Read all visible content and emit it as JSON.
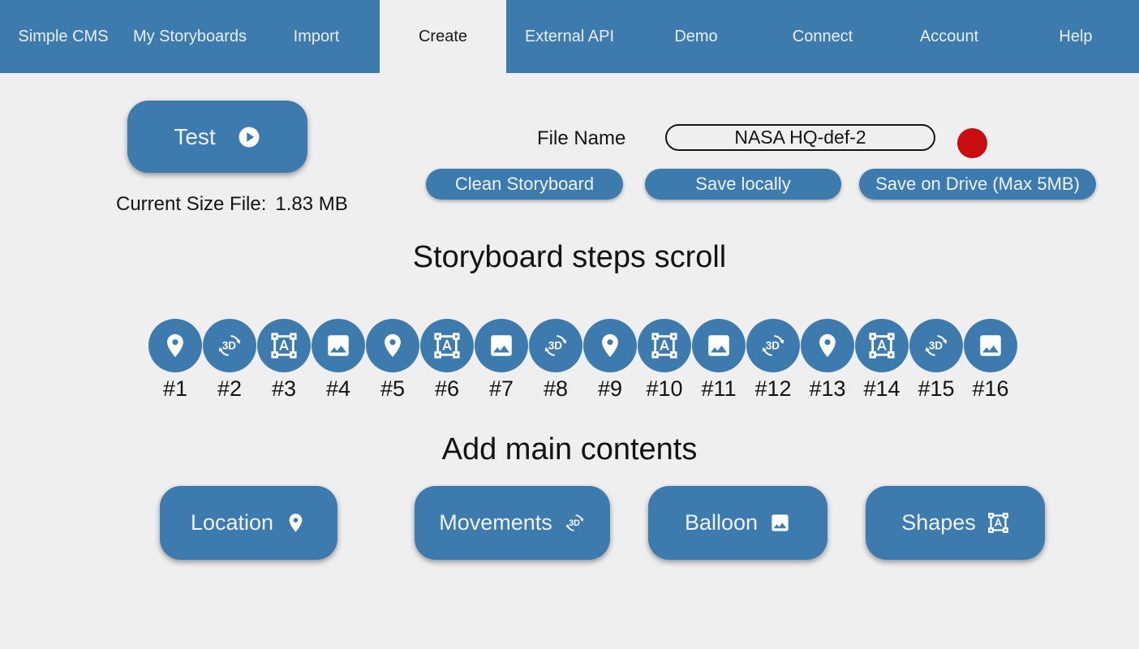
{
  "nav": {
    "items": [
      {
        "label": "Simple CMS",
        "active": false
      },
      {
        "label": "My Storyboards",
        "active": false
      },
      {
        "label": "Import",
        "active": false
      },
      {
        "label": "Create",
        "active": true
      },
      {
        "label": "External API",
        "active": false
      },
      {
        "label": "Demo",
        "active": false
      },
      {
        "label": "Connect",
        "active": false
      },
      {
        "label": "Account",
        "active": false
      },
      {
        "label": "Help",
        "active": false
      }
    ]
  },
  "toolbar": {
    "test_button_label": "Test",
    "test_button_icon": "play-circle-icon",
    "current_size_label": "Current Size File:",
    "current_size_value": "1.83 MB",
    "file_name_label": "File Name",
    "file_name_value": "NASA HQ-def-2",
    "clean_button_label": "Clean Storyboard",
    "save_locally_button_label": "Save locally",
    "save_drive_button_label": "Save on Drive (Max 5MB)",
    "status_indicator": "red-dot"
  },
  "steps": {
    "heading": "Storyboard steps scroll",
    "items": [
      {
        "label": "#1",
        "icon": "place-icon"
      },
      {
        "label": "#2",
        "icon": "3d-rotation-icon"
      },
      {
        "label": "#3",
        "icon": "format-shapes-icon"
      },
      {
        "label": "#4",
        "icon": "image-icon"
      },
      {
        "label": "#5",
        "icon": "place-icon"
      },
      {
        "label": "#6",
        "icon": "format-shapes-icon"
      },
      {
        "label": "#7",
        "icon": "image-icon"
      },
      {
        "label": "#8",
        "icon": "3d-rotation-icon"
      },
      {
        "label": "#9",
        "icon": "place-icon"
      },
      {
        "label": "#10",
        "icon": "format-shapes-icon"
      },
      {
        "label": "#11",
        "icon": "image-icon"
      },
      {
        "label": "#12",
        "icon": "3d-rotation-icon"
      },
      {
        "label": "#13",
        "icon": "place-icon"
      },
      {
        "label": "#14",
        "icon": "format-shapes-icon"
      },
      {
        "label": "#15",
        "icon": "3d-rotation-icon"
      },
      {
        "label": "#16",
        "icon": "image-icon"
      }
    ]
  },
  "contents": {
    "heading": "Add main contents",
    "buttons": [
      {
        "label": "Location",
        "icon": "place-icon"
      },
      {
        "label": "Movements",
        "icon": "3d-rotation-icon"
      },
      {
        "label": "Balloon",
        "icon": "image-icon"
      },
      {
        "label": "Shapes",
        "icon": "format-shapes-icon"
      }
    ]
  },
  "colors": {
    "accent_blue": "#3d7aad",
    "page_background": "#f0efef",
    "record_red": "#c90d0e",
    "nav_text": "#e9eff6",
    "text_black": "#1c1c1c"
  }
}
